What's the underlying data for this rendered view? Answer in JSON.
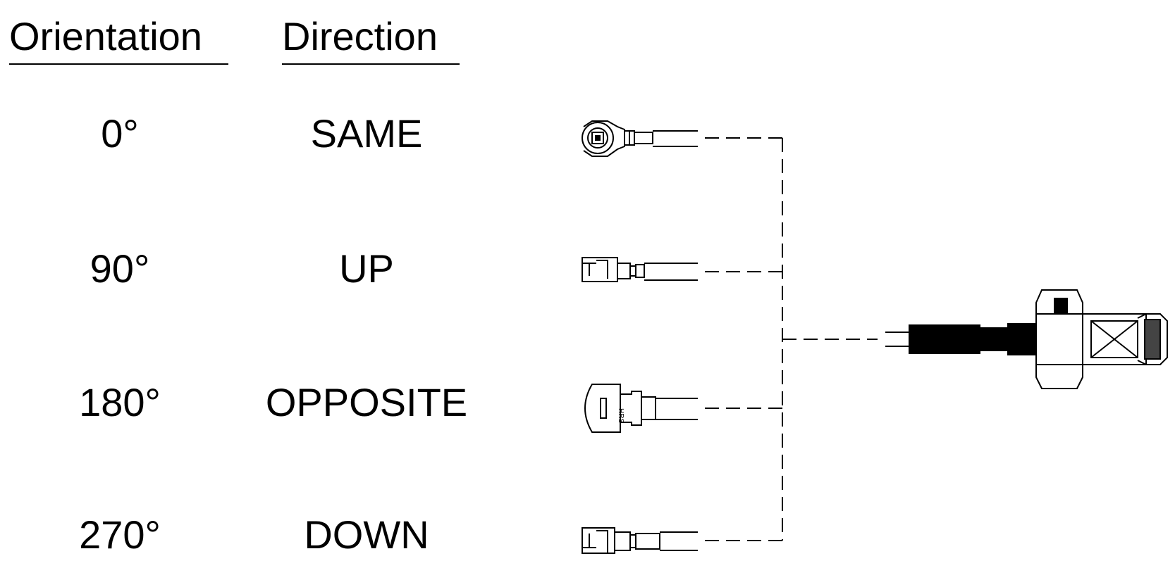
{
  "headers": {
    "orientation": "Orientation",
    "direction": "Direction"
  },
  "rows": [
    {
      "orientation": "0°",
      "direction": "SAME"
    },
    {
      "orientation": "90°",
      "direction": "UP"
    },
    {
      "orientation": "180°",
      "direction": "OPPOSITE"
    },
    {
      "orientation": "270°",
      "direction": "DOWN"
    }
  ],
  "connector_marking": "HRS",
  "colors": {
    "ink": "#000000",
    "background": "#ffffff"
  }
}
